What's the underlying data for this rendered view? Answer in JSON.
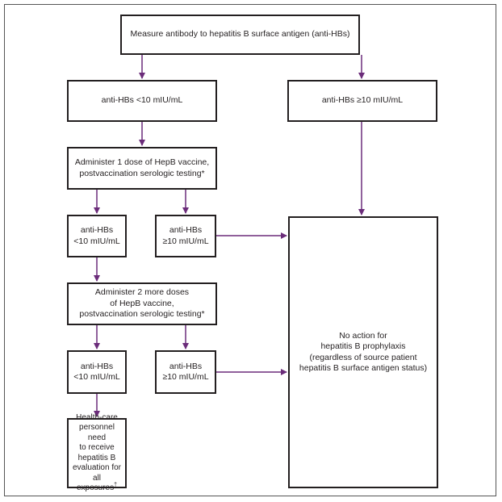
{
  "flowchart": {
    "nodes": {
      "measure": "Measure antibody to hepatitis B surface antigen (anti-HBs)",
      "antiHBs_low_1": "anti-HBs <10 mIU/mL",
      "antiHBs_high_1": "anti-HBs ≥10 mIU/mL",
      "administer_1_dose": "Administer 1 dose of HepB vaccine,\npostvaccination serologic testing*",
      "antiHBs_low_2": "anti-HBs\n<10 mIU/mL",
      "antiHBs_high_2": "anti-HBs\n≥10 mIU/mL",
      "administer_2_doses": "Administer 2 more doses\nof HepB vaccine,\npostvaccination serologic testing*",
      "antiHBs_low_3": "anti-HBs\n<10 mIU/mL",
      "antiHBs_high_3": "anti-HBs\n≥10 mIU/mL",
      "no_action": "No action for\nhepatitis B prophylaxis\n(regardless of source patient\nhepatitis B surface antigen status)",
      "hcp_evaluation": "Health-care\npersonnel need\nto receive\nhepatitis B\nevaluation for\nall exposures",
      "hcp_evaluation_mark": "†"
    },
    "colors": {
      "arrow": "#6b2c7a",
      "box_border": "#231f20",
      "text": "#231f20"
    }
  }
}
